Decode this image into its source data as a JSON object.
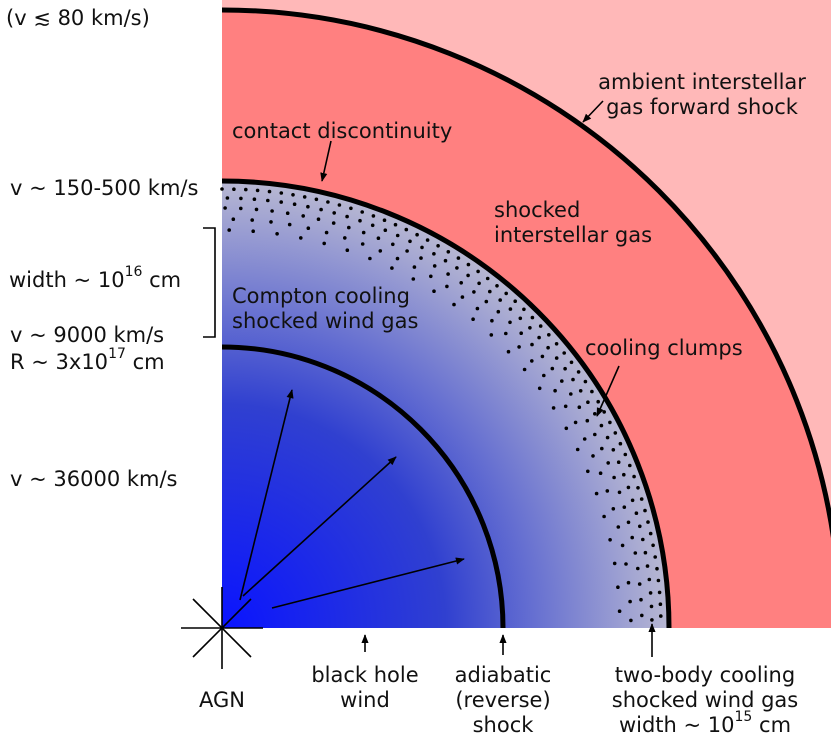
{
  "colors": {
    "ambient_gas": "#ffb8b8",
    "shocked_interstellar": "#ff8080",
    "shocked_wind_light": "#b8b8d2",
    "wind_dark": "#3040d0",
    "agn_core": "#0a14ff",
    "boundary": "#000000"
  },
  "left_labels": {
    "outer_velocity": "(v ≲ 80 km/s)",
    "contact_velocity": "v ~ 150-500 km/s",
    "width_prefix": "width ~ 10",
    "width_exp": "16",
    "width_unit": " cm",
    "shock_velocity": "v ~ 9000 km/s",
    "radius_prefix": "R ~ 3x10",
    "radius_exp": "17",
    "radius_unit": " cm",
    "wind_velocity": "v ~ 36000 km/s"
  },
  "region_labels": {
    "forward_shock": [
      "ambient interstellar",
      "gas forward shock"
    ],
    "contact_discontinuity": "contact discontinuity",
    "shocked_interstellar": [
      "shocked",
      "interstellar gas"
    ],
    "compton_cooling": [
      "Compton cooling",
      "shocked wind gas"
    ],
    "cooling_clumps": "cooling clumps"
  },
  "bottom_labels": {
    "agn": "AGN",
    "black_hole_wind": [
      "black hole",
      "wind"
    ],
    "adiabatic_shock": [
      "adiabatic",
      "(reverse)",
      "shock"
    ],
    "two_body": [
      "two-body cooling",
      "shocked wind gas"
    ],
    "two_body_width_prefix": "width ~ 10",
    "two_body_width_exp": "15",
    "two_body_width_unit": " cm"
  }
}
